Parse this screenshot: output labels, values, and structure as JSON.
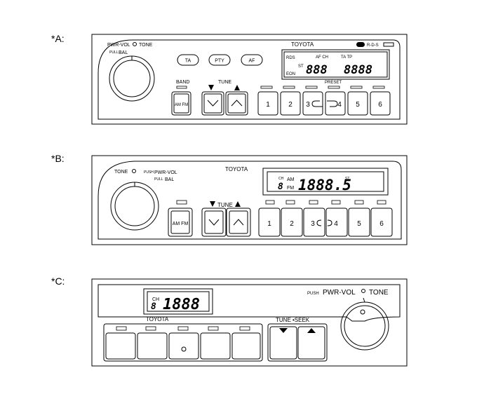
{
  "figure_labels": {
    "a": "*A:",
    "b": "*B:",
    "c": "*C:"
  },
  "unit_a": {
    "knob_label_1": "PWR-VOL",
    "knob_label_2": "TONE",
    "pull_label": "PULL",
    "bal_label": "BAL",
    "brand": "TOYOTA",
    "rds_logo": "R-D-S",
    "top_buttons": [
      "TA",
      "PTY",
      "AF"
    ],
    "band_label": "BAND",
    "band_button": "AM FM",
    "tune_label": "TUNE",
    "preset_label": "PRESET",
    "presets": [
      "1",
      "2",
      "3",
      "4",
      "5",
      "6"
    ],
    "display": {
      "rds": "RDS",
      "st": "ST",
      "eon": "EON",
      "af_ch": "AF CH",
      "ta_tp": "TA TP",
      "seg_left": "888",
      "seg_right": "8888"
    }
  },
  "unit_b": {
    "tone_label": "TONE",
    "push_label": "PUSH",
    "pwr_vol": "PWR-VOL",
    "pull_label": "PULL",
    "bal_label": "BAL",
    "brand": "TOYOTA",
    "band_button": "AM FM",
    "tune_label": "TUNE",
    "presets": [
      "1",
      "2",
      "3",
      "4",
      "5",
      "6"
    ],
    "display": {
      "ch": "CH",
      "am": "AM",
      "fm": "FM",
      "ch_digit": "8",
      "freq": "1888.5",
      "st": "ST"
    }
  },
  "unit_c": {
    "push_label": "PUSH",
    "pwr_vol": "PWR-VOL",
    "tone_label": "TONE",
    "brand": "TOYOTA",
    "tune_seek": "TUNE •SEEK",
    "display": {
      "ch": "CH",
      "ch_digit": "8",
      "freq": "1888"
    }
  }
}
